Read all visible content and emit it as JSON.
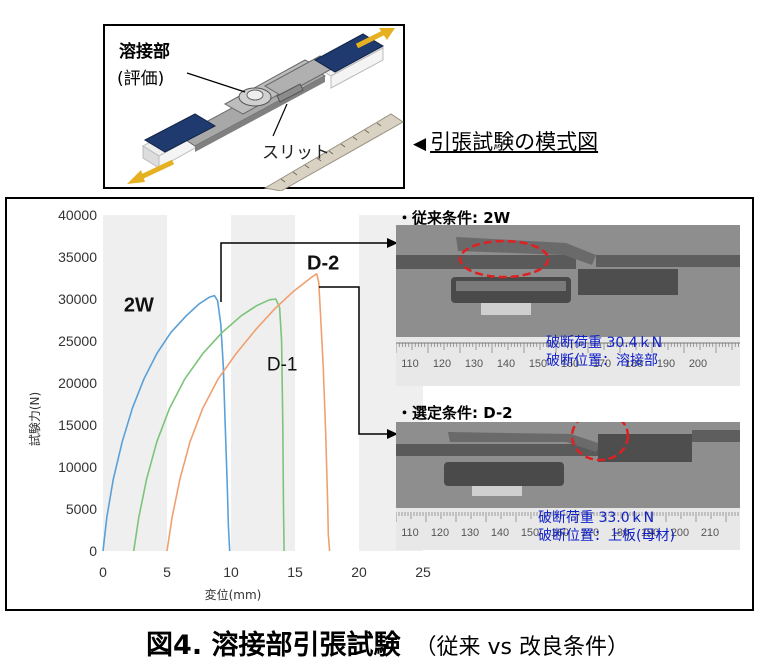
{
  "schematic": {
    "weld_label": "溶接部",
    "eval_label": "(評価)",
    "slit_label": "スリット",
    "caption_marker": "◀",
    "caption": "引張試験の模式図"
  },
  "photos": [
    {
      "title": "・従来条件: 2W",
      "load_text": "破断荷重 30.4ｋN",
      "position_text": "破断位置：溶接部",
      "ruler_labels": [
        "110",
        "120",
        "130",
        "140",
        "150",
        "160",
        "170",
        "180",
        "190",
        "200"
      ]
    },
    {
      "title": "・選定条件: D-2",
      "load_text": "破断荷重 33.0ｋN",
      "position_text": "破断位置：上板(母材)",
      "ruler_labels": [
        "110",
        "120",
        "130",
        "140",
        "150",
        "160",
        "170",
        "180",
        "190",
        "200",
        "210"
      ]
    }
  ],
  "figure_caption": {
    "title": "図4. 溶接部引張試験",
    "subtitle": "（従来 vs 改良条件）"
  },
  "colors": {
    "series_2w": "#5aa0d8",
    "series_d1": "#7cc47a",
    "series_d2": "#f0a070",
    "annotation": "#1020c8",
    "ellipse": "#e02020"
  },
  "chart_data": {
    "type": "line",
    "xlabel": "変位(mm)",
    "ylabel": "試験力(N)",
    "xlim": [
      0,
      25
    ],
    "ylim": [
      0,
      40000
    ],
    "x_ticks": [
      0,
      5,
      10,
      15,
      20,
      25
    ],
    "y_ticks": [
      0,
      5000,
      10000,
      15000,
      20000,
      25000,
      30000,
      35000,
      40000
    ],
    "grid": "vertical bands",
    "series": [
      {
        "name": "2W",
        "points": [
          [
            0.0,
            0
          ],
          [
            0.3,
            4000
          ],
          [
            0.8,
            8500
          ],
          [
            1.5,
            13000
          ],
          [
            2.3,
            17000
          ],
          [
            3.2,
            20500
          ],
          [
            4.2,
            23500
          ],
          [
            5.3,
            26000
          ],
          [
            6.5,
            28000
          ],
          [
            7.5,
            29400
          ],
          [
            8.3,
            30200
          ],
          [
            8.7,
            30400
          ],
          [
            8.95,
            29800
          ],
          [
            9.2,
            27000
          ],
          [
            9.4,
            22000
          ],
          [
            9.55,
            15000
          ],
          [
            9.7,
            8000
          ],
          [
            9.8,
            3000
          ],
          [
            9.9,
            0
          ]
        ]
      },
      {
        "name": "D-1",
        "points": [
          [
            2.4,
            0
          ],
          [
            2.8,
            4000
          ],
          [
            3.4,
            8500
          ],
          [
            4.2,
            13000
          ],
          [
            5.2,
            17000
          ],
          [
            6.4,
            20500
          ],
          [
            7.8,
            23500
          ],
          [
            9.3,
            26000
          ],
          [
            10.8,
            28000
          ],
          [
            12.0,
            29200
          ],
          [
            13.0,
            29900
          ],
          [
            13.5,
            30000
          ],
          [
            13.8,
            29000
          ],
          [
            13.95,
            25000
          ],
          [
            14.05,
            15000
          ],
          [
            14.1,
            5000
          ],
          [
            14.15,
            0
          ]
        ]
      },
      {
        "name": "D-2",
        "points": [
          [
            5.0,
            0
          ],
          [
            5.4,
            4000
          ],
          [
            6.0,
            8500
          ],
          [
            6.8,
            13000
          ],
          [
            7.8,
            17000
          ],
          [
            9.0,
            20500
          ],
          [
            10.4,
            23500
          ],
          [
            11.9,
            26300
          ],
          [
            13.4,
            28800
          ],
          [
            14.8,
            30800
          ],
          [
            15.8,
            32000
          ],
          [
            16.4,
            32700
          ],
          [
            16.7,
            33000
          ],
          [
            16.85,
            32000
          ],
          [
            17.0,
            28000
          ],
          [
            17.2,
            22000
          ],
          [
            17.4,
            14000
          ],
          [
            17.55,
            6000
          ],
          [
            17.6,
            2000
          ],
          [
            17.7,
            0
          ]
        ]
      }
    ],
    "annotations": [
      {
        "text": "2W",
        "x": 2.8,
        "y": 28500
      },
      {
        "text": "D-1",
        "x": 14.0,
        "y": 21500
      },
      {
        "text": "D-2",
        "x": 17.2,
        "y": 33500
      }
    ]
  }
}
